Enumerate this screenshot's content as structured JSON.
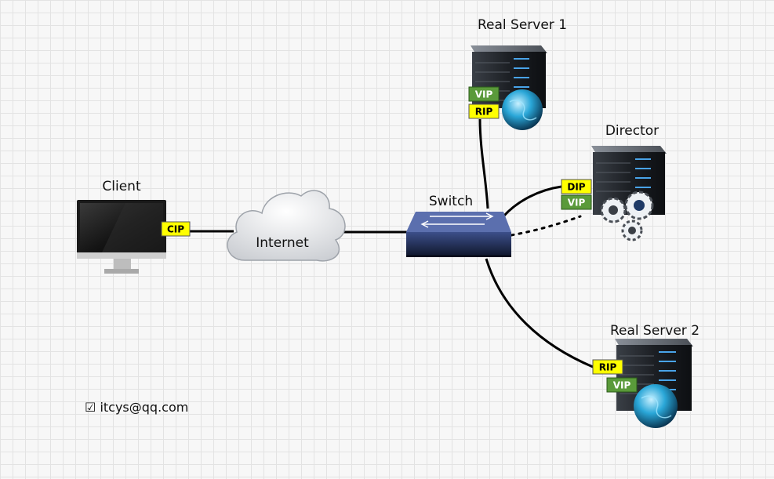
{
  "nodes": {
    "client": {
      "label": "Client"
    },
    "internet": {
      "label": "Internet"
    },
    "switch": {
      "label": "Switch"
    },
    "director": {
      "label": "Director"
    },
    "real_server_1": {
      "label": "Real Server 1"
    },
    "real_server_2": {
      "label": "Real Server 2"
    }
  },
  "tags": {
    "cip": "CIP",
    "rs1_vip": "VIP",
    "rs1_rip": "RIP",
    "director_dip": "DIP",
    "director_vip": "VIP",
    "rs2_rip": "RIP",
    "rs2_vip": "VIP"
  },
  "colors": {
    "ip_tag_yellow": "#ffff00",
    "vip_tag_green": "#5a9a3a",
    "link": "#000000"
  },
  "icons": {
    "client": "monitor-icon",
    "internet": "cloud-icon",
    "switch": "network-switch-icon",
    "servers": "server-rack-icon",
    "globe": "globe-icon",
    "gears": "gears-icon",
    "contact": "checkbox-icon"
  },
  "contact": {
    "checkbox": "☑",
    "email": "itcys@qq.com"
  }
}
